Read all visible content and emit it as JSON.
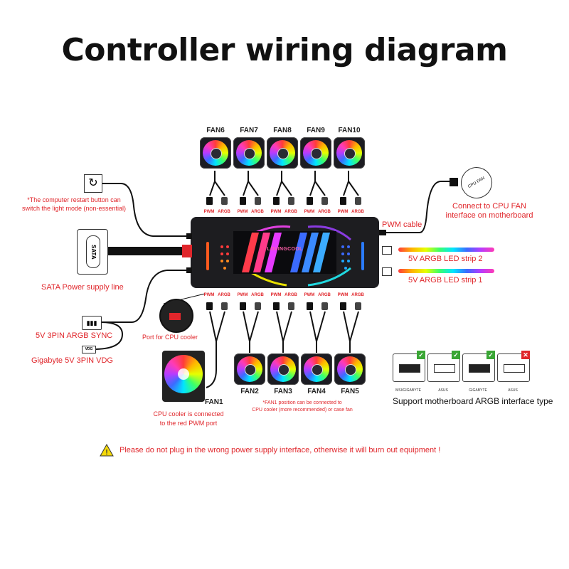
{
  "title": "Controller wiring diagram",
  "top_fans": [
    {
      "label": "FAN6",
      "ports": [
        "PWM",
        "ARGB"
      ]
    },
    {
      "label": "FAN7",
      "ports": [
        "PWM",
        "ARGB"
      ]
    },
    {
      "label": "FAN8",
      "ports": [
        "PWM",
        "ARGB"
      ]
    },
    {
      "label": "FAN9",
      "ports": [
        "PWM",
        "ARGB"
      ]
    },
    {
      "label": "FAN10",
      "ports": [
        "PWM",
        "ARGB"
      ]
    }
  ],
  "bottom_ports": [
    {
      "pwm": "PWM",
      "argb": "ARGB"
    },
    {
      "pwm": "PWM",
      "argb": "ARGB"
    },
    {
      "pwm": "PWM",
      "argb": "ARGB"
    },
    {
      "pwm": "PWM",
      "argb": "ARGB"
    },
    {
      "pwm": "PWM",
      "argb": "ARGB"
    }
  ],
  "bottom_fans": [
    "FAN2",
    "FAN3",
    "FAN4",
    "FAN5"
  ],
  "fan1_label": "FAN1",
  "controller_logo": "LOVINGCOOL",
  "left": {
    "restart_note_line1": "*The computer restart button can",
    "restart_note_line2": "switch the light mode (non-essential)",
    "sata_connector_text": "SATA",
    "sata_label": "SATA Power supply line",
    "argb_sync_label": "5V 3PIN ARGB SYNC",
    "vdg_connector_text": "VDG",
    "vdg_label": "Gigabyte 5V 3PIN VDG",
    "cpu_port_label": "Port for CPU cooler",
    "cpu_cooler_line1": "CPU cooler is connected",
    "cpu_cooler_line2": "to the red PWM port"
  },
  "right": {
    "pwm_cable_label": "PWM cable",
    "cpu_fan_line1": "Connect to CPU FAN",
    "cpu_fan_line2": "interface on motherboard",
    "cpu_fan_header_text": "CPU FAN",
    "strip2_label": "5V ARGB LED strip 2",
    "strip1_label": "5V ARGB LED strip 1"
  },
  "fan1_note_line1": "*FAN1 position can be connected to",
  "fan1_note_line2": "CPU cooler (more recommended) or case fan",
  "support": {
    "title": "Support motherboard ARGB interface type",
    "types": [
      {
        "caption": "MSI/GIGABYTE",
        "supported": true,
        "mark": "✓"
      },
      {
        "caption": "ASUS",
        "supported": true,
        "mark": "✓"
      },
      {
        "caption": "GIGABYTE",
        "supported": true,
        "mark": "✓"
      },
      {
        "caption": "ASUS",
        "supported": false,
        "mark": "✕"
      }
    ]
  },
  "warning": {
    "icon": "warning-triangle-icon",
    "text": "Please do not plug in the wrong power supply interface, otherwise it will burn out equipment !"
  },
  "colors": {
    "label_red": "#e0262b",
    "check_green": "#3aa635",
    "cross_red": "#e0262b",
    "warning_yellow": "#f5d90a"
  }
}
